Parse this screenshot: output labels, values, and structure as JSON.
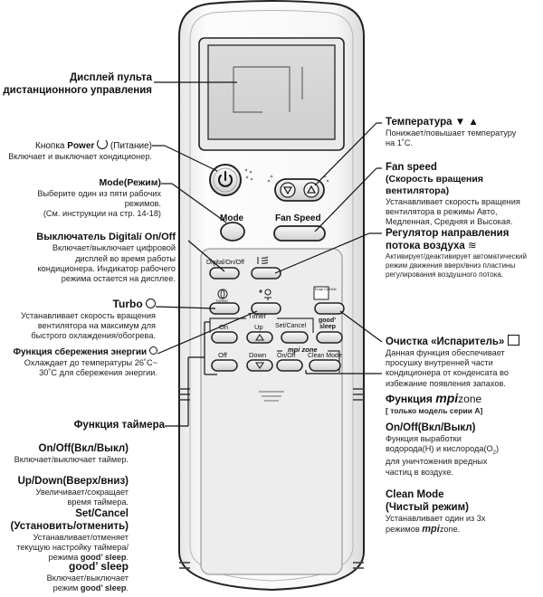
{
  "remote": {
    "buttons": {
      "mode": "Mode",
      "fan_speed": "Fan Speed",
      "digital_onoff": "Digital/On/Off",
      "timer": "Timer",
      "on": "On",
      "up": "Up",
      "set_cancel": "Set/Cancel",
      "good": "good’",
      "sleep": "sleep",
      "off": "Off",
      "down": "Down",
      "mpi_zone": "mpi zone",
      "mpi_onoff": "On/Off",
      "clean_mode": "Clean Mode",
      "turbo_badge": "TURBO",
      "evap_badge": "Evap CLEAN"
    }
  },
  "left": {
    "display": {
      "title_1": "Дисплей пульта",
      "title_2": "дистанционного управления"
    },
    "power": {
      "title_pre": "Кнопка ",
      "title_bold": "Power",
      "title_post": " (Питание)",
      "desc": "Включает и выключает кондиционер."
    },
    "mode": {
      "title": "Mode(Режим)",
      "desc_1": "Выберите один из пяти рабочих режимов.",
      "desc_2": "(См. инструкции на стр. 14-18)"
    },
    "digital": {
      "title_a": "Выключатель Digital",
      "title_b": " On/Off",
      "desc_1": "Включает/выключает цифровой",
      "desc_2": "дисплей во время работы",
      "desc_3": "кондиционера. Индикатор рабочего",
      "desc_4": "режима остается на дисплее."
    },
    "turbo": {
      "title": "Turbo",
      "desc_1": "Устанавливает скорость вращения",
      "desc_2": "вентилятора на максимум для",
      "desc_3": "быстрого охлаждения/обогрева."
    },
    "energy": {
      "title": "Функция сбережения энергии",
      "desc_1": "Охлаждает до температуры 26˚C~",
      "desc_2": "30˚C для сбережения энергии."
    },
    "timer": {
      "title": "Функция таймера"
    },
    "onoff": {
      "title": "On/Off(Вкл/Выкл)",
      "desc": "Включает/выключает таймер."
    },
    "updown": {
      "title": "Up/Down(Вверх/вниз)",
      "desc": "Увеличивает/сокращает",
      "desc_2": "время таймера."
    },
    "setcancel": {
      "title_1": "Set/Cancel",
      "title_2": "(Установить/отменить)",
      "desc_1": "Устанавливает/отменяет",
      "desc_2": "текущую настройку таймера/",
      "desc_3_pre": "режима ",
      "desc_3_bold": "good’ sleep",
      "desc_3_post": "."
    },
    "goodsleep": {
      "title": "good’ sleep",
      "desc_1": "Включает/выключает",
      "desc_2_pre": "режим ",
      "desc_2_bold": "good’ sleep",
      "desc_2_post": "."
    }
  },
  "right": {
    "temp": {
      "title": "Температура ▼ ▲",
      "desc_1": "Понижает/повышает температуру",
      "desc_2": "на 1˚C."
    },
    "fan": {
      "title_1": "Fan speed",
      "title_2": "(Скорость вращения вентилятора)",
      "desc_1": "Устанавливает скорость вращения",
      "desc_2": "вентилятора в режимы Авто,",
      "desc_3": "Медленная, Средняя и Высокая."
    },
    "airflow": {
      "title_1": "Регулятор направления",
      "title_2": "потока воздуха",
      "desc_1": "Активирует/деактивирует автоматический",
      "desc_2": "режим движения вверх/вниз пластины",
      "desc_3": "регулирования воздушного потока."
    },
    "evap": {
      "title": "Очистка «Испаритель»",
      "desc_1": "Данная функция обеспечивает",
      "desc_2": "просушку внутренней части",
      "desc_3": "кондиционера от конденсата во",
      "desc_4": "избежание появления запахов."
    },
    "mpi": {
      "title_pre": "Функция ",
      "title_logo": "mpi",
      "title_zone": "zone",
      "note": "[ только модель серии A]"
    },
    "mpi_onoff": {
      "title": "On/Off(Вкл/Выкл)",
      "desc_1": "Функция выработки",
      "desc_2": "водорода(H) и кислорода(O",
      "desc_2_sub": "2",
      "desc_2_post": ")",
      "desc_3": "для уничтожения вредных",
      "desc_4": "частиц в воздухе."
    },
    "clean": {
      "title_1": "Clean Mode",
      "title_2": "(Чистый режим)",
      "desc_1": "Устанавливает один из 3х",
      "desc_2_pre": "режимов ",
      "desc_2_logo": "mpi",
      "desc_2_zone": "zone",
      "desc_2_post": "."
    }
  },
  "colors": {
    "body": "#f4f4f4",
    "outline": "#222222",
    "display": "#d8d8d8",
    "panel": "#e4e4e4",
    "text": "#111111"
  }
}
